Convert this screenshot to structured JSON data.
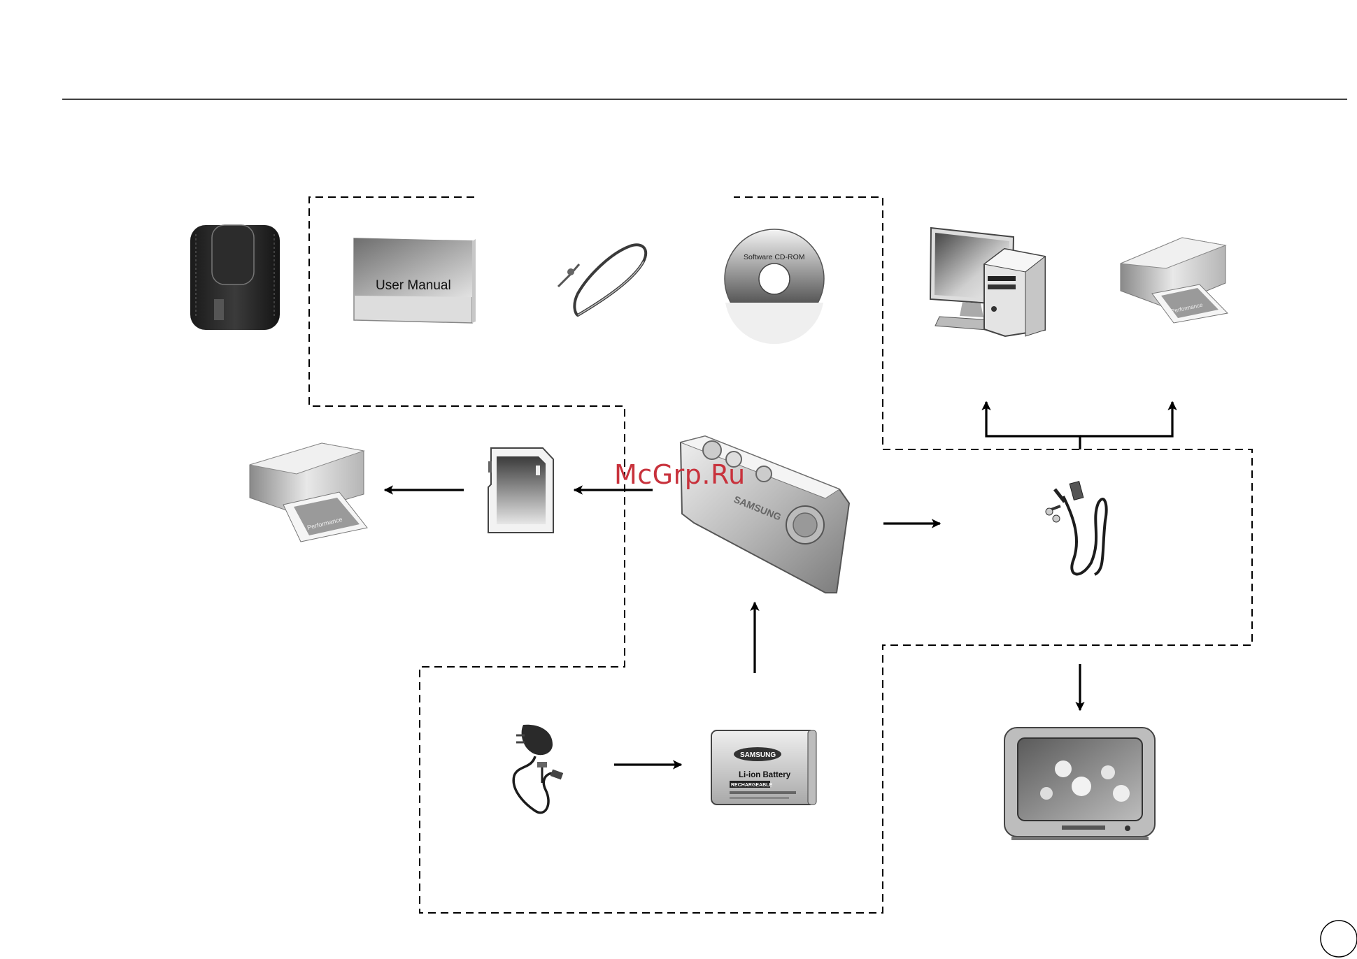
{
  "header": {
    "rule_color": "#000000"
  },
  "labels": {
    "user_manual": "User Manual",
    "software_cdrom": "Software CD-ROM",
    "battery_brand": "SAMSUNG",
    "battery_title": "Li-ion Battery",
    "battery_rechargeable": "RECHARGEABLE",
    "camera_brand": "SAMSUNG",
    "printer_paper": "Performance"
  },
  "watermark": {
    "text": "McGrp.Ru",
    "color": "#c8323c"
  },
  "items": [
    {
      "name": "camera-case",
      "icon": "case-icon"
    },
    {
      "name": "user-manual",
      "icon": "manual-icon"
    },
    {
      "name": "camera-strap",
      "icon": "strap-icon"
    },
    {
      "name": "software-cd",
      "icon": "cd-icon"
    },
    {
      "name": "computer",
      "icon": "pc-icon"
    },
    {
      "name": "printer",
      "icon": "printer-icon"
    },
    {
      "name": "sd-card",
      "icon": "sd-card-icon"
    },
    {
      "name": "digital-camera",
      "icon": "camera-icon"
    },
    {
      "name": "av-usb-cable",
      "icon": "cable-icon"
    },
    {
      "name": "ac-adapter",
      "icon": "adapter-icon"
    },
    {
      "name": "rechargeable-battery",
      "icon": "battery-icon"
    },
    {
      "name": "television",
      "icon": "tv-icon"
    }
  ]
}
